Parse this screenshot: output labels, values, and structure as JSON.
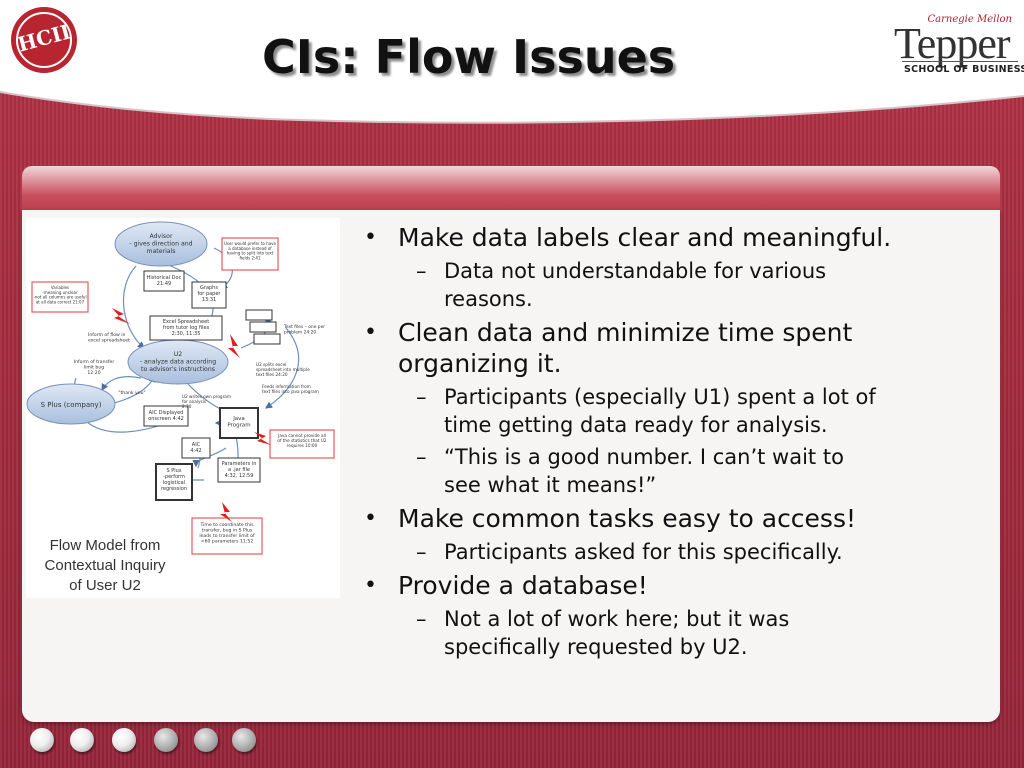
{
  "slide": {
    "title": "CIs: Flow Issues",
    "colors": {
      "background": "#a3293a",
      "panel": "#f7f4f4",
      "accent": "#b0202e"
    }
  },
  "logos": {
    "hcii": {
      "text": "HCII",
      "icon": "hcii-seal-icon"
    },
    "tepper": {
      "cmu": "Carnegie Mellon",
      "name": "Tepper",
      "school": "SCHOOL OF BUSINESS"
    }
  },
  "figure": {
    "caption_lines": [
      "Flow Model from",
      "Contextual Inquiry",
      "of User U2"
    ],
    "nodes": {
      "advisor": [
        "Advisor",
        "- gives direction and",
        "materials"
      ],
      "u2": [
        "U2",
        "- analyze data according",
        "to advisor's instructions"
      ],
      "splus_company": [
        "S Plus (company)"
      ],
      "historical": [
        "Historical Doc",
        "21:49"
      ],
      "graphs": [
        "Graphs",
        "for paper",
        "13:31"
      ],
      "excel": [
        "Excel Spreadsheet",
        "from tutor log files",
        "2:30, 11:35"
      ],
      "aic_displayed": [
        "AIC Displayed",
        "onscreen 4:42"
      ],
      "java": [
        "Java",
        "Program"
      ],
      "aic": [
        "AIC",
        "4:42"
      ],
      "splus_perform": [
        "S Plus",
        "-perform",
        "logistical",
        "regression"
      ],
      "parameters": [
        "Parameters in",
        "a .jar file",
        "4:32, 12:59"
      ]
    },
    "notes": {
      "variables": [
        "Variables",
        "-meaning unclear",
        "-not all columns are useful",
        "at all data correct 21:07"
      ],
      "database": [
        "User would prefer to have",
        "a database instead of",
        "having to split into text",
        "fields 2:41"
      ],
      "java_cannot": [
        "Java cannot provide all",
        "of the statistics that U2",
        "requires 10:00"
      ],
      "time_coord": [
        "Time to coordinate this",
        "transfer, bug in S Plus",
        "leads to transfer limit of",
        "<60 parameters 11:52"
      ]
    },
    "labels": {
      "text_files": [
        "Text files – one per",
        "problem 24:20"
      ],
      "u2_splits": [
        "U2 splits excel",
        "spreadsheet into multiple",
        "text files 24:20"
      ],
      "feeds": [
        "Feeds information from",
        "text files into java program"
      ],
      "inform_flow": [
        "Inform of flow in",
        "excel spreadsheet"
      ],
      "inform_transfer": [
        "Inform of transfer",
        "limit bug",
        "12:20"
      ],
      "thank_you": [
        "\"thank you\""
      ],
      "u2_writes": [
        "U2 writes own program",
        "for analysis",
        "2:30"
      ]
    }
  },
  "bullets": [
    {
      "lines": [
        "Make data labels clear and meaningful."
      ],
      "subs": [
        {
          "lines": [
            "Data not understandable for various",
            "reasons."
          ]
        }
      ]
    },
    {
      "lines": [
        "Clean data and minimize time spent",
        "organizing it."
      ],
      "subs": [
        {
          "lines": [
            "Participants (especially U1) spent a lot of",
            "time getting data ready for analysis."
          ]
        },
        {
          "lines": [
            "“This is a good number.  I can’t wait to",
            "see what it means!”"
          ]
        }
      ]
    },
    {
      "lines": [
        "Make common tasks easy to access!"
      ],
      "subs": [
        {
          "lines": [
            "Participants asked for this specifically."
          ]
        }
      ]
    },
    {
      "lines": [
        "Provide a database!"
      ],
      "subs": [
        {
          "lines": [
            "Not a lot of work here; but it was",
            "specifically requested by U2."
          ]
        }
      ]
    }
  ],
  "navigation": {
    "dots": [
      {
        "name": "nav-dot-1",
        "state": "on"
      },
      {
        "name": "nav-dot-2",
        "state": "on"
      },
      {
        "name": "nav-dot-3",
        "state": "on"
      },
      {
        "name": "nav-dot-4",
        "state": "off"
      },
      {
        "name": "nav-dot-5",
        "state": "off"
      },
      {
        "name": "nav-dot-6",
        "state": "off"
      }
    ]
  }
}
